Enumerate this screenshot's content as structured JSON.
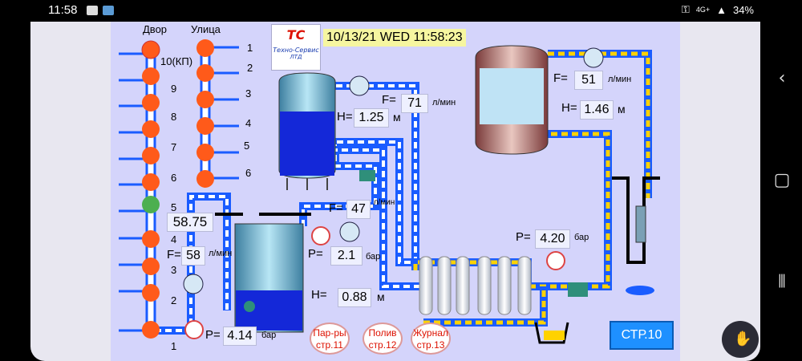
{
  "status_bar": {
    "time": "11:58",
    "battery": "34%",
    "network": "4G+"
  },
  "header": {
    "yard_label": "Двор",
    "street_label": "Улица",
    "datetime": "10/13/21 WED 11:58:23"
  },
  "logo": {
    "line1": "ТС",
    "line2": "Техно-Сервис",
    "line3": "ЛТД"
  },
  "yard_valves": [
    {
      "label": "10(КП)"
    },
    {
      "label": "9"
    },
    {
      "label": "8"
    },
    {
      "label": "7"
    },
    {
      "label": "6"
    },
    {
      "label": "5"
    },
    {
      "label": "4"
    },
    {
      "label": "3"
    },
    {
      "label": "2"
    },
    {
      "label": "1"
    }
  ],
  "street_valves": [
    {
      "label": "1"
    },
    {
      "label": "2"
    },
    {
      "label": "3"
    },
    {
      "label": "4"
    },
    {
      "label": "5"
    },
    {
      "label": "6"
    }
  ],
  "readings": {
    "left_value": "58.75",
    "left_f_label": "F=",
    "left_f": "58",
    "left_f_unit": "л/мин",
    "left_p_label": "P=",
    "left_p": "4.14",
    "left_p_unit": "бар",
    "tank1_h_label": "H=",
    "tank1_h": "1.25",
    "tank1_h_unit": "м",
    "tank1_f_label": "F=",
    "tank1_f": "71",
    "tank1_f_unit": "л/мин",
    "mid_f_label": "F=",
    "mid_f": "47",
    "mid_f_unit": "л/мин",
    "mid_p_label": "P=",
    "mid_p": "2.1",
    "mid_p_unit": "бар",
    "tank2_h_label": "H=",
    "tank2_h": "0.88",
    "tank2_h_unit": "м",
    "tank3_f_label": "F=",
    "tank3_f": "51",
    "tank3_f_unit": "л/мин",
    "tank3_h_label": "H=",
    "tank3_h": "1.46",
    "tank3_h_unit": "м",
    "filter_p_label": "P=",
    "filter_p": "4.20",
    "filter_p_unit": "бар"
  },
  "buttons": {
    "params": "Пар-ры стр.11",
    "watering": "Полив стр.12",
    "journal": "Журнал стр.13",
    "page": "СТР.10"
  },
  "colors": {
    "background": "#d4d4fb",
    "pipe": "#1a5cff",
    "valve_closed": "#ff5a1a",
    "valve_open": "#4caf50",
    "page_button": "#1e90ff"
  }
}
